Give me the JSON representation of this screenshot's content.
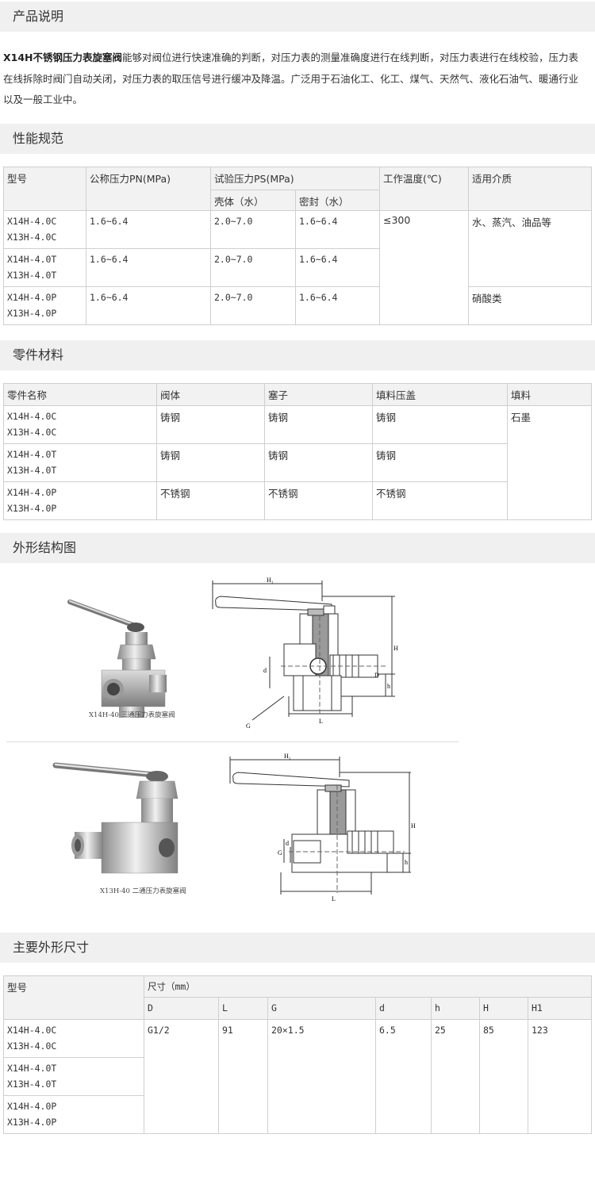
{
  "sections": {
    "desc": "产品说明",
    "spec": "性能规范",
    "material": "零件材料",
    "structure": "外形结构图",
    "dimension": "主要外形尺寸"
  },
  "intro": {
    "product": "X14H不锈钢压力表旋塞阀",
    "line1": "能够对阀位进行快速准确的判断，对压力表的测量准确度进行在线判断，对压力表进行在线校验，压力表",
    "line2": "在线拆除时阀门自动关闭，对压力表的取压信号进行缓冲及降温。广泛用于石油化工、化工、煤气、天然气、液化石油气、暖通行业",
    "line3": "以及一般工业中。"
  },
  "spec_table": {
    "headers": {
      "model": "型号",
      "pn": "公称压力PN(MPa)",
      "ps": "试验压力PS(MPa)",
      "shell": "壳体（水）",
      "seal": "密封（水）",
      "temp": "工作温度(℃)",
      "medium": "适用介质"
    },
    "rows": [
      {
        "model_a": "X14H-4.0C",
        "model_b": "X13H-4.0C",
        "pn": "1.6~6.4",
        "shell": "2.0~7.0",
        "seal": "1.6~6.4"
      },
      {
        "model_a": "X14H-4.0T",
        "model_b": "X13H-4.0T",
        "pn": "1.6~6.4",
        "shell": "2.0~7.0",
        "seal": "1.6~6.4"
      },
      {
        "model_a": "X14H-4.0P",
        "model_b": "X13H-4.0P",
        "pn": "1.6~6.4",
        "shell": "2.0~7.0",
        "seal": "1.6~6.4"
      }
    ],
    "temp": "≤300",
    "medium_1": "水、蒸汽、油品等",
    "medium_2": "硝酸类"
  },
  "material_table": {
    "headers": {
      "part": "零件名称",
      "body": "阀体",
      "plug": "塞子",
      "gland": "填料压盖",
      "packing": "填料"
    },
    "rows": [
      {
        "model_a": "X14H-4.0C",
        "model_b": "X13H-4.0C",
        "body": "铸钢",
        "plug": "铸钢",
        "gland": "铸钢"
      },
      {
        "model_a": "X14H-4.0T",
        "model_b": "X13H-4.0T",
        "body": "铸钢",
        "plug": "铸钢",
        "gland": "铸钢"
      },
      {
        "model_a": "X14H-4.0P",
        "model_b": "X13H-4.0P",
        "body": "不锈钢",
        "plug": "不锈钢",
        "gland": "不锈钢"
      }
    ],
    "packing": "石墨"
  },
  "figure": {
    "caption1": "X14H-40 三通压力表旋塞阀",
    "caption2": "X13H-40 二通压力表旋塞阀",
    "labels": {
      "H1": "H₁",
      "H": "H",
      "h": "h",
      "d": "d",
      "D": "D",
      "L": "L",
      "G": "G"
    }
  },
  "dim_table": {
    "headers": {
      "model": "型号",
      "size": "尺寸（mm）",
      "D": "D",
      "L": "L",
      "G": "G",
      "d": "d",
      "h": "h",
      "H": "H",
      "H1": "H1"
    },
    "rows": [
      {
        "model_a": "X14H-4.0C",
        "model_b": "X13H-4.0C"
      },
      {
        "model_a": "X14H-4.0T",
        "model_b": "X13H-4.0T"
      },
      {
        "model_a": "X14H-4.0P",
        "model_b": "X13H-4.0P"
      }
    ],
    "values": {
      "D": "G1/2",
      "L": "91",
      "G": "20×1.5",
      "d": "6.5",
      "h": "25",
      "H": "85",
      "H1": "123"
    }
  }
}
